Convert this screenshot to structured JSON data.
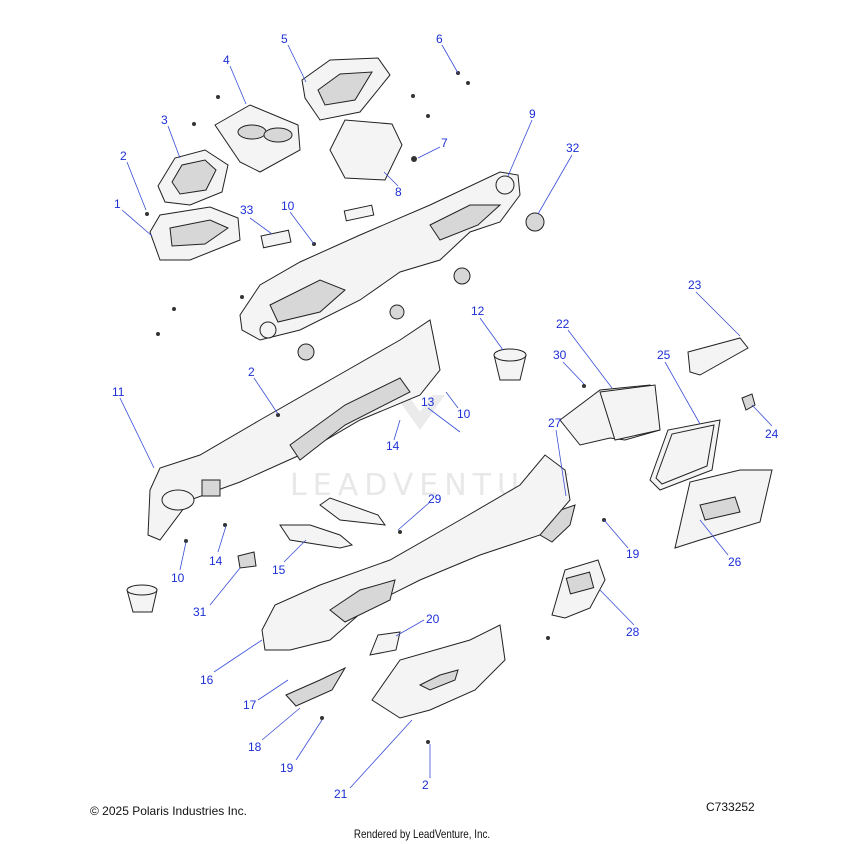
{
  "footer": {
    "copyright": "© 2025 Polaris Industries Inc.",
    "diagram_code": "C733252",
    "rendered_by": "Rendered by LeadVenture, Inc."
  },
  "watermark": {
    "text": "LEADVENTURE"
  },
  "colors": {
    "callout": "#1c2fd6",
    "leader": "#3a4fd8",
    "line_art": "#222222"
  },
  "callouts": [
    {
      "id": "c1",
      "label": "1"
    },
    {
      "id": "c2a",
      "label": "2"
    },
    {
      "id": "c3",
      "label": "3"
    },
    {
      "id": "c4",
      "label": "4"
    },
    {
      "id": "c5",
      "label": "5"
    },
    {
      "id": "c6",
      "label": "6"
    },
    {
      "id": "c7",
      "label": "7"
    },
    {
      "id": "c8",
      "label": "8"
    },
    {
      "id": "c9",
      "label": "9"
    },
    {
      "id": "c10a",
      "label": "10"
    },
    {
      "id": "c32",
      "label": "32"
    },
    {
      "id": "c33",
      "label": "33"
    },
    {
      "id": "c12",
      "label": "12"
    },
    {
      "id": "c22",
      "label": "22"
    },
    {
      "id": "c23",
      "label": "23"
    },
    {
      "id": "c2b",
      "label": "2"
    },
    {
      "id": "c11",
      "label": "11"
    },
    {
      "id": "c30",
      "label": "30"
    },
    {
      "id": "c25",
      "label": "25"
    },
    {
      "id": "c13",
      "label": "13"
    },
    {
      "id": "c10b",
      "label": "10"
    },
    {
      "id": "c24",
      "label": "24"
    },
    {
      "id": "c14a",
      "label": "14"
    },
    {
      "id": "c27",
      "label": "27"
    },
    {
      "id": "c29",
      "label": "29"
    },
    {
      "id": "c26",
      "label": "26"
    },
    {
      "id": "c19a",
      "label": "19"
    },
    {
      "id": "c14b",
      "label": "14"
    },
    {
      "id": "c15",
      "label": "15"
    },
    {
      "id": "c10c",
      "label": "10"
    },
    {
      "id": "c31",
      "label": "31"
    },
    {
      "id": "c28",
      "label": "28"
    },
    {
      "id": "c20",
      "label": "20"
    },
    {
      "id": "c16",
      "label": "16"
    },
    {
      "id": "c17",
      "label": "17"
    },
    {
      "id": "c18",
      "label": "18"
    },
    {
      "id": "c19b",
      "label": "19"
    },
    {
      "id": "c21",
      "label": "21"
    },
    {
      "id": "c2c",
      "label": "2"
    }
  ]
}
